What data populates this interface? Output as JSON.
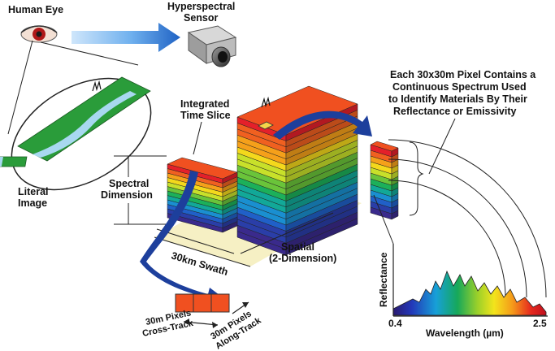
{
  "labels": {
    "human_eye": "Human Eye",
    "sensor_line1": "Hyperspectral",
    "sensor_line2": "Sensor",
    "integrated_line1": "Integrated",
    "integrated_line2": "Time Slice",
    "spectral_line1": "Spectral",
    "spectral_line2": "Dimension",
    "literal_line1": "Literal",
    "literal_line2": "Image",
    "swath": "30km Swath",
    "spatial_line1": "Spatial",
    "spatial_line2": "(2-Dimension)",
    "pixel_note": [
      "Each 30x30m Pixel Contains a",
      "Continuous Spectrum Used",
      "to Identify Materials By Their",
      "Reflectance or Emissivity"
    ],
    "cross_track_line1": "30m Pixels",
    "cross_track_line2": "Cross-Track",
    "along_track_line1": "30m Pixels",
    "along_track_line2": "Along-Track"
  },
  "spectrum_plot": {
    "y_axis_label": "Reflectance",
    "x_axis_label": "Wavelength (µm)",
    "x_min_label": "0.4",
    "x_max_label": "2.5"
  },
  "colors": {
    "arrow_blue": "#1d3f9c",
    "arrow_light": "#3a8fe0",
    "cube_top": "#f05020",
    "field_green": "#2a9c3a",
    "river": "#a8d8f0",
    "ground": "#f6f0c4"
  },
  "spectral_band_colors": [
    "#e4202a",
    "#f06020",
    "#f5a01a",
    "#f4d81c",
    "#c8e02a",
    "#6ac43a",
    "#1cb05a",
    "#12a898",
    "#1a8fd0",
    "#2060c8",
    "#2a3ea8",
    "#3a2a8c"
  ]
}
